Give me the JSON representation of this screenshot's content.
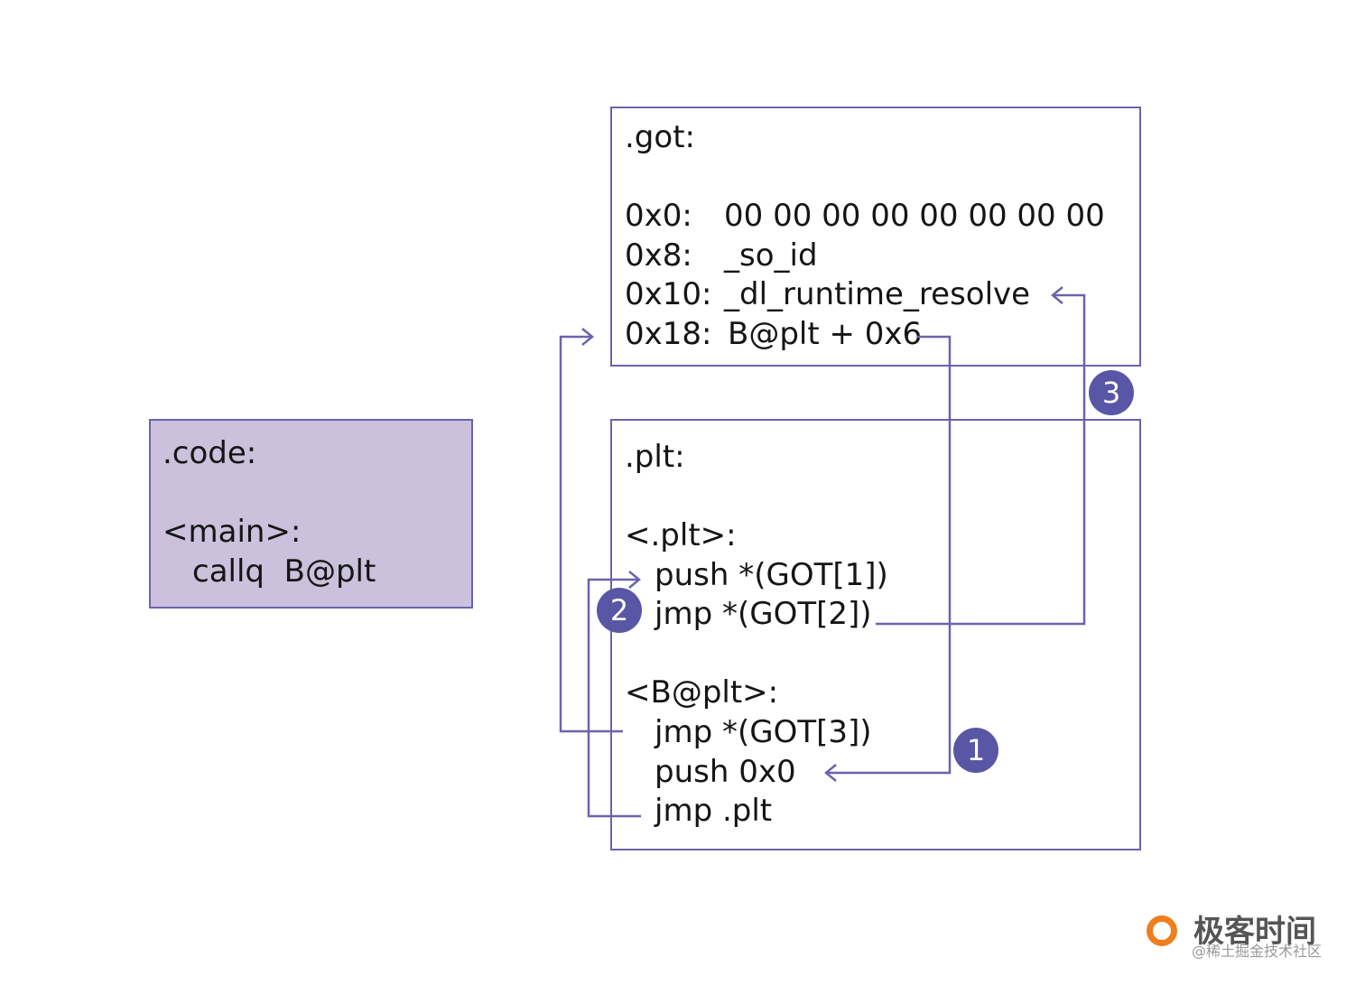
{
  "code": {
    "title": ".code:",
    "label": "<main>:",
    "instruction": "callq  B@plt"
  },
  "got": {
    "title": ".got:",
    "rows": [
      {
        "addr": "0x0:",
        "value": "00 00 00 00 00 00 00 00"
      },
      {
        "addr": "0x8:",
        "value": "_so_id"
      },
      {
        "addr": "0x10:",
        "value": "_dl_runtime_resolve"
      },
      {
        "addr": "0x18:",
        "value": "B@plt + 0x6"
      }
    ]
  },
  "plt": {
    "title": ".plt:",
    "plt_label": "<.plt>:",
    "plt_instr_1": "push *(GOT[1])",
    "plt_instr_2": "jmp *(GOT[2])",
    "bplt_label": "<B@plt>:",
    "bplt_instr_1": "jmp *(GOT[3])",
    "bplt_instr_2": "push 0x0",
    "bplt_instr_3": "jmp .plt"
  },
  "steps": [
    "1",
    "2",
    "3"
  ],
  "watermark": {
    "title": "极客时间",
    "subtitle": "@稀土掘金技术社区"
  },
  "colors": {
    "arrow": "#6b63ad",
    "code_fill": "#cbc1dc",
    "badge": "#5a56a6",
    "logo": "#f07d1e"
  }
}
